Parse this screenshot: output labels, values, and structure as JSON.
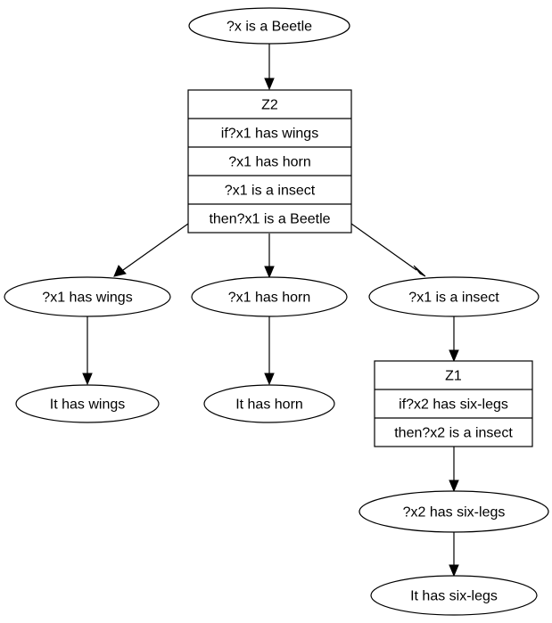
{
  "goal": {
    "text": "?x is a Beetle"
  },
  "rule_z2": {
    "name": "Z2",
    "conditions": [
      "if?x1 has wings",
      "?x1 has horn",
      "?x1 is a insect"
    ],
    "conclusion": "then?x1 is a Beetle"
  },
  "subgoals": {
    "wings": "?x1 has wings",
    "horn": "?x1 has horn",
    "insect": "?x1 is a insect"
  },
  "facts": {
    "wings": "It has wings",
    "horn": "It has horn",
    "six_legs": "It has six-legs"
  },
  "rule_z1": {
    "name": "Z1",
    "conditions": [
      "if?x2 has six-legs"
    ],
    "conclusion": "then?x2 is a insect"
  },
  "subgoal_six_legs": {
    "text": "?x2 has six-legs"
  }
}
